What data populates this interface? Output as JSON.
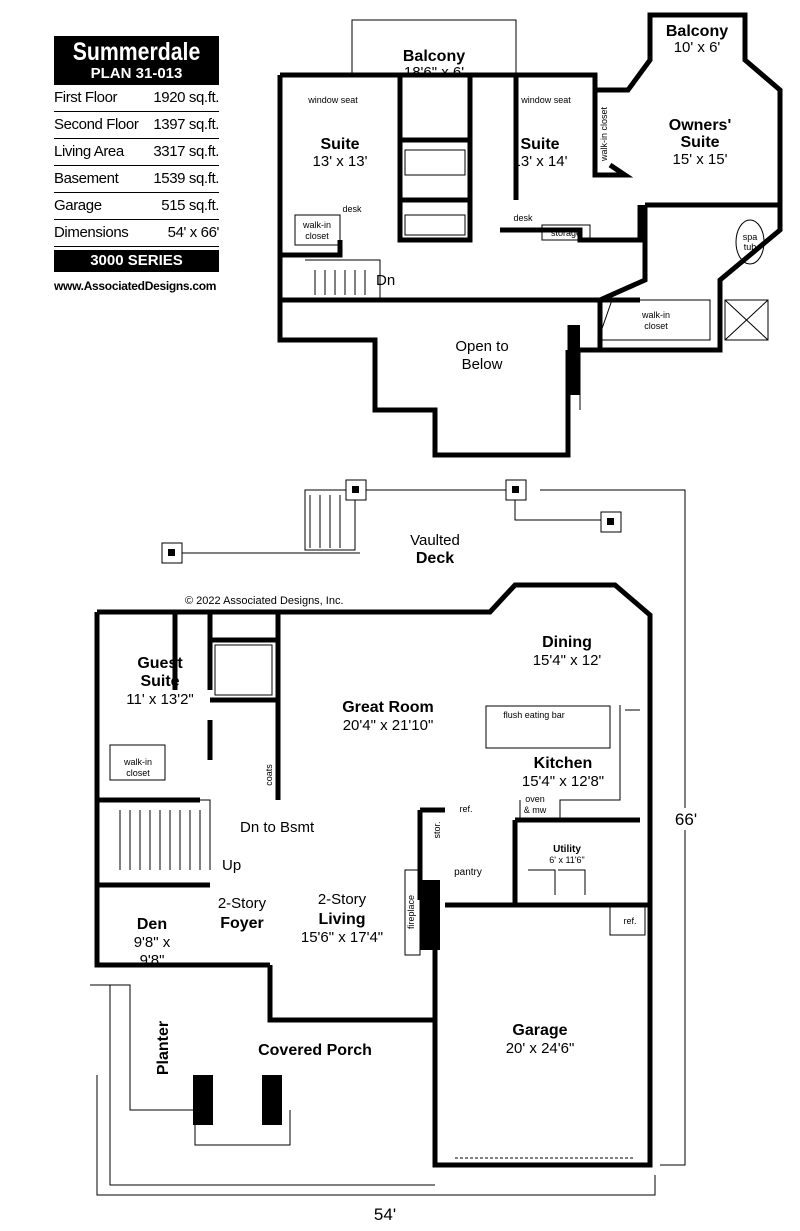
{
  "info": {
    "title": "Summerdale",
    "plan": "PLAN 31-013",
    "rows": [
      {
        "label": "First Floor",
        "value": "1920 sq.ft."
      },
      {
        "label": "Second Floor",
        "value": "1397 sq.ft."
      },
      {
        "label": "Living Area",
        "value": "3317 sq.ft."
      },
      {
        "label": "Basement",
        "value": "1539 sq.ft."
      },
      {
        "label": "Garage",
        "value": "515 sq.ft."
      },
      {
        "label": "Dimensions",
        "value": "54' x 66'"
      }
    ],
    "series": "3000 SERIES",
    "website": "www.AssociatedDesigns.com"
  },
  "upper": {
    "balcony_center": {
      "name": "Balcony",
      "dims": "18'6\" x 6'"
    },
    "balcony_right": {
      "name": "Balcony",
      "dims": "10' x 6'"
    },
    "suite_left": {
      "name": "Suite",
      "dims": "13' x 13'"
    },
    "suite_mid": {
      "name": "Suite",
      "dims": "13' x 14'"
    },
    "owners": {
      "name1": "Owners'",
      "name2": "Suite",
      "dims": "15' x 15'"
    },
    "window_seat_1": "window seat",
    "window_seat_2": "window seat",
    "walkin_closet_left": {
      "l1": "walk-in",
      "l2": "closet"
    },
    "walkin_closet_vertical": "walk-in closet",
    "walkin_closet_owner": {
      "l1": "walk-in",
      "l2": "closet"
    },
    "desk_1": "desk",
    "desk_2": "desk",
    "storage": "storage",
    "spa_tub": {
      "l1": "spa",
      "l2": "tub"
    },
    "dn": "Dn",
    "open_below": {
      "l1": "Open to",
      "l2": "Below"
    }
  },
  "lower": {
    "deck": {
      "l1": "Vaulted",
      "l2": "Deck"
    },
    "copyright": "© 2022 Associated Designs, Inc.",
    "guest": {
      "l1": "Guest",
      "l2": "Suite",
      "dims": "11' x 13'2\""
    },
    "great_room": {
      "name": "Great Room",
      "dims": "20'4\" x 21'10\""
    },
    "dining": {
      "name": "Dining",
      "dims": "15'4\" x 12'"
    },
    "eating_bar": "flush eating bar",
    "kitchen": {
      "name": "Kitchen",
      "dims": "15'4\" x 12'8\""
    },
    "oven": {
      "l1": "oven",
      "l2": "& mw"
    },
    "ref_kitchen": "ref.",
    "stor": "stor.",
    "utility": {
      "name": "Utility",
      "dims": "6' x 11'6\""
    },
    "pantry": "pantry",
    "walkin_closet": {
      "l1": "walk-in",
      "l2": "closet"
    },
    "coats": "coats",
    "dn_bsmt": "Dn to Bsmt",
    "up": "Up",
    "foyer": {
      "l1": "2-Story",
      "l2": "Foyer"
    },
    "living": {
      "l1": "2-Story",
      "l2": "Living",
      "dims": "15'6\" x 17'4\""
    },
    "fireplace": "fireplace",
    "den": {
      "name": "Den",
      "dims1": "9'8\" x",
      "dims2": "9'8\""
    },
    "planter": "Planter",
    "porch": "Covered Porch",
    "garage": {
      "name": "Garage",
      "dims": "20' x 24'6\""
    },
    "ref_garage": "ref."
  },
  "dimensions": {
    "depth": "66'",
    "width": "54'"
  }
}
